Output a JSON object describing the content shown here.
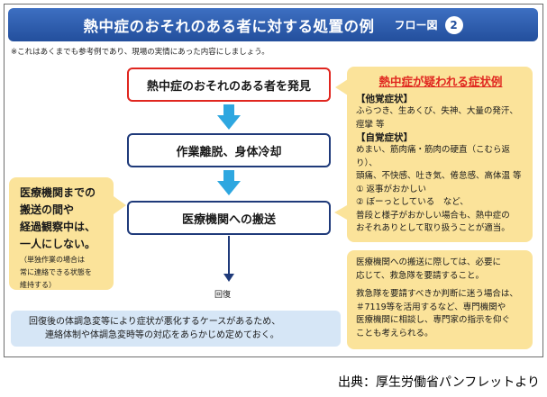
{
  "header": {
    "title": "熱中症のおそれのある者に対する処置の例",
    "flow_label": "フロー図",
    "flow_number": "2"
  },
  "note": "※これはあくまでも参考例であり、現場の実情にあった内容にしましょう。",
  "flow": {
    "step1": "熱中症のおそれのある者を発見",
    "step2": "作業離脱、身体冷却",
    "step3": "医療機関への搬送",
    "end": "回復"
  },
  "left_callout": {
    "main_lines": [
      "医療機関までの",
      "搬送の間や",
      "経過観察中は、",
      "一人にしない。"
    ],
    "sub_lines": [
      "（単独作業の場合は",
      "常に連絡できる状態を",
      "維持する）"
    ]
  },
  "symptoms": {
    "title": "熱中症が疑われる症状例",
    "objective_title": "【他覚症状】",
    "objective_lines": [
      "ふらつき、生あくび、失神、大量の発汗、",
      "痙攣 等"
    ],
    "subjective_title": "【自覚症状】",
    "subjective_lines": [
      "めまい、筋肉痛・筋肉の硬直（こむら返り）、",
      "頭痛、不快感、吐き気、倦怠感、高体温 等"
    ],
    "other_lines": [
      "① 返事がおかしい",
      "② ぼーっとしている　など、",
      "普段と様子がおかしい場合も、熱中症の",
      "おそれありとして取り扱うことが適当。"
    ]
  },
  "transport_note": {
    "para1": [
      "医療機関への搬送に際しては、必要に",
      "応じて、救急隊を要請すること。"
    ],
    "para2": [
      "救急隊を要請すべきか判断に迷う場合は、",
      "＃7119等を活用するなど、専門機関や",
      "医療機関に相談し、専門家の指示を仰ぐ",
      "ことも考えられる。"
    ]
  },
  "bottom_note": [
    "回復後の体調急変等により症状が悪化するケースがあるため、",
    "連絡体制や体調急変時等の対応をあらかじめ定めておく。"
  ],
  "source": "出典：厚生労働省パンフレットより",
  "colors": {
    "header_blue": "#234f9d",
    "box_navy": "#1f3a7a",
    "alert_red": "#e0261f",
    "callout_yellow": "#fbe39a",
    "note_blue": "#d6e6f6",
    "arrow_cyan": "#2ea7e0"
  }
}
